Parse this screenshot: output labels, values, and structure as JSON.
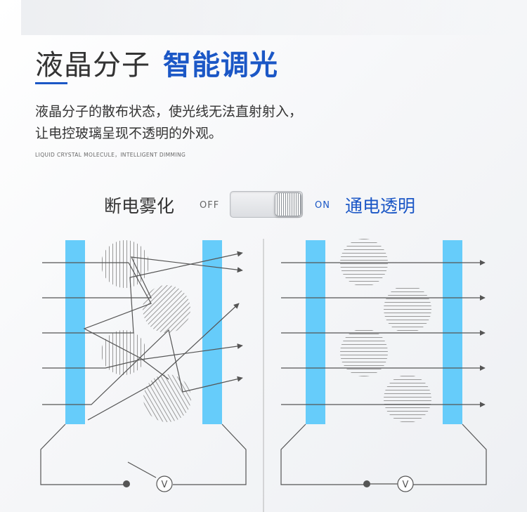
{
  "headline": {
    "light": "液晶分子",
    "strong": "智能调光"
  },
  "description": {
    "line1": "液晶分子的散布状态，使光线无法直射射入，",
    "line2": "让电控玻璃呈现不透明的外观。"
  },
  "subtitle_en": "LIQUID CRYSTAL MOLECULE，INTELLIGENT DIMMING",
  "switch": {
    "left_label": "断电雾化",
    "off_label": "OFF",
    "on_label": "ON",
    "right_label": "通电透明"
  },
  "diagram": {
    "voltmeter_symbol": "V",
    "colors": {
      "glass": "#66ccfa",
      "accent": "#1b57c6",
      "line": "#555555",
      "molecule": "#9a9a9a"
    }
  }
}
